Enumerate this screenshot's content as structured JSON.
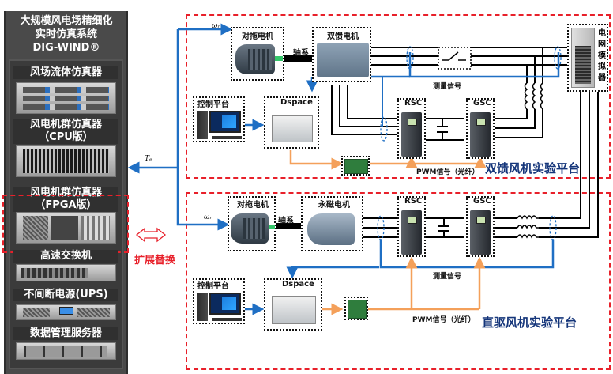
{
  "rack": {
    "title_line1": "大规模风电场精细化",
    "title_line2": "实时仿真系统",
    "title_line3": "DIG-WIND®",
    "sections": [
      {
        "label": "风场流体仿真器"
      },
      {
        "label": "风电机群仿真器",
        "sublabel": "（CPU版）"
      },
      {
        "label": "风电机群仿真器",
        "sublabel": "（FPGA版）"
      },
      {
        "label": "高速交换机"
      },
      {
        "label": "不间断电源(UPS)"
      },
      {
        "label": "数据管理服务器"
      }
    ]
  },
  "expand": {
    "label": "扩展替换"
  },
  "signals": {
    "te": "Tₑ",
    "wr_top": "ωᵣ",
    "wr_bottom": "ωᵣ"
  },
  "dfig_platform": {
    "title": "双馈风机实验平台",
    "drive_motor": "对拖电机",
    "shaft": "轴系",
    "generator": "双馈电机",
    "control_platform": "控制平台",
    "dspace": "Dspace",
    "rsc": "RSC",
    "gsc": "GSC",
    "measure_signal": "测量信号",
    "pwm_signal": "PWM信号（光纤）",
    "grid_simulator": [
      "电",
      "网",
      "模",
      "拟",
      "器"
    ]
  },
  "pmsg_platform": {
    "title": "直驱风机实验平台",
    "drive_motor": "对拖电机",
    "shaft": "轴系",
    "generator": "永磁电机",
    "control_platform": "控制平台",
    "dspace": "Dspace",
    "rsc": "RSC",
    "gsc": "GSC",
    "measure_signal": "测量信号",
    "pwm_signal": "PWM信号（光纤）"
  },
  "colors": {
    "red_dash": "#e8202a",
    "blue_signal": "#1f6fc4",
    "orange_pwm": "#f4a05a",
    "title_blue": "#14357a"
  }
}
